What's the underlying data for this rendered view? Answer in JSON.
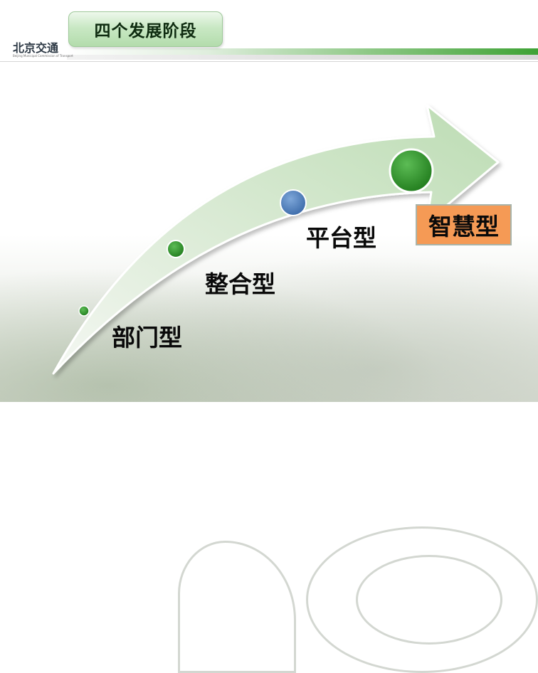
{
  "slide": {
    "title": "四个发展阶段",
    "logo": {
      "name": "北京交通",
      "subtitle": "Beijing Municipal Commission of Transport"
    }
  },
  "diagram": {
    "type": "staged-arrow",
    "stages": [
      {
        "label": "部门型",
        "dot_color": "#2e8f2a",
        "highlighted": false
      },
      {
        "label": "整合型",
        "dot_color": "#2e8f2a",
        "highlighted": false
      },
      {
        "label": "平台型",
        "dot_color": "#4a7fc0",
        "highlighted": false
      },
      {
        "label": "智慧型",
        "dot_color": "#2e8f2a",
        "highlighted": true,
        "box_color": "#f59a55"
      }
    ],
    "arrow_colors": {
      "start": "#f4f7f2",
      "end": "#bcdcb3"
    }
  }
}
